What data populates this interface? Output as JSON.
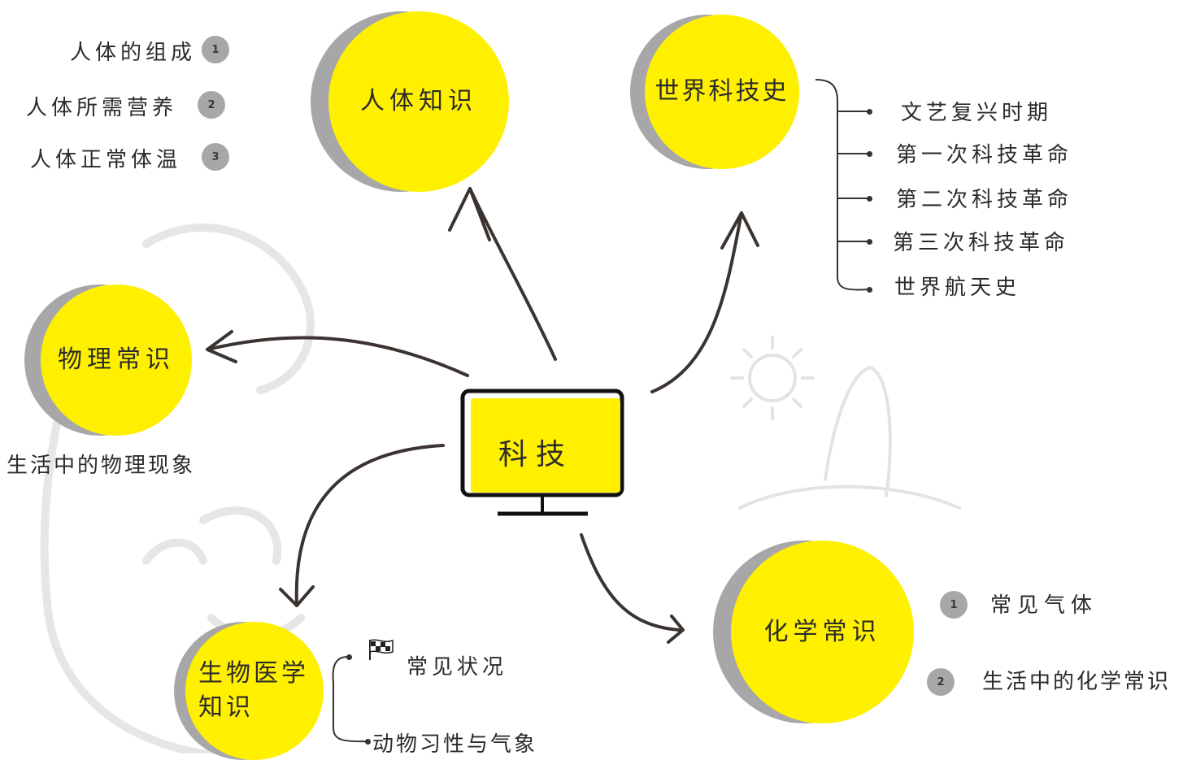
{
  "center": {
    "label": "科技"
  },
  "nodes": {
    "body": {
      "title": "人体知识",
      "items": [
        {
          "label": "人体的组成",
          "badge": "1"
        },
        {
          "label": "人体所需营养",
          "badge": "2"
        },
        {
          "label": "人体正常体温",
          "badge": "3"
        }
      ]
    },
    "history": {
      "title": "世界科技史",
      "items": [
        "文艺复兴时期",
        "第一次科技革命",
        "第二次科技革命",
        "第三次科技革命",
        "世界航天史"
      ]
    },
    "physics": {
      "title": "物理常识",
      "items": [
        "生活中的物理现象"
      ]
    },
    "bio": {
      "title_line1": "生物医学",
      "title_line2": "知识",
      "items": [
        "常见状况",
        "动物习性与气象"
      ]
    },
    "chem": {
      "title": "化学常识",
      "items": [
        {
          "label": "常见气体",
          "badge": "1"
        },
        {
          "label": "生活中的化学常识",
          "badge": "2"
        }
      ]
    }
  },
  "colors": {
    "node": "#fff000",
    "shadow": "#a7a7a9",
    "ink": "#3a3330",
    "watermark": "#e9e9e9"
  },
  "icons": {
    "flag": "checkered-flag-icon",
    "monitor": "computer-monitor-icon"
  }
}
